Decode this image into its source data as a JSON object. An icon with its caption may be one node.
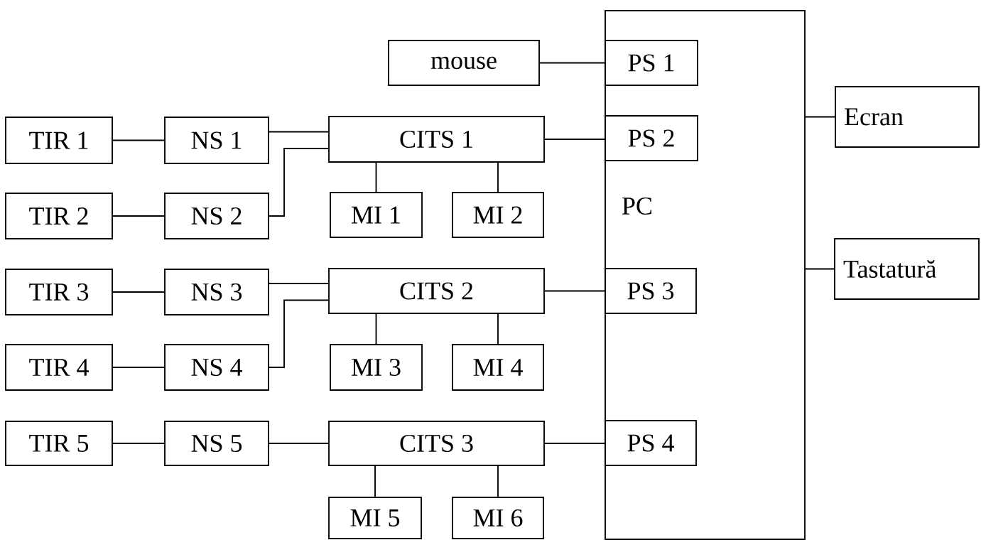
{
  "diagram": {
    "nodes": [
      {
        "text": [
          "mouse"
        ]
      },
      {
        "text": [
          "PC"
        ]
      },
      {
        "text": [
          "PS 1"
        ],
        "in": 1
      },
      {
        "text": [
          "PS 2"
        ],
        "in": 1
      },
      {
        "text": [
          "PS 3"
        ],
        "in": 1
      },
      {
        "text": [
          "PS 4"
        ],
        "in": 1
      },
      {
        "text": [
          "Ecran"
        ]
      },
      {
        "text": [
          "Tastatură"
        ]
      },
      {
        "text": [
          "TIR 1"
        ]
      },
      {
        "text": [
          "NS 1"
        ]
      },
      {
        "text": [
          "CITS 1"
        ]
      },
      {
        "text": [
          "TIR 2"
        ]
      },
      {
        "text": [
          "NS 2"
        ]
      },
      {
        "text": [
          "MI 1"
        ]
      },
      {
        "text": [
          "MI 2"
        ]
      },
      {
        "text": [
          "TIR 3"
        ]
      },
      {
        "text": [
          "NS 3"
        ]
      },
      {
        "text": [
          "CITS 2"
        ]
      },
      {
        "text": [
          "TIR 4"
        ]
      },
      {
        "text": [
          "NS 4"
        ]
      },
      {
        "text": [
          "MI 3"
        ]
      },
      {
        "text": [
          "MI 4"
        ]
      },
      {
        "text": [
          "TIR 5"
        ]
      },
      {
        "text": [
          "NS 5"
        ]
      },
      {
        "text": [
          "CITS 3"
        ]
      },
      {
        "text": [
          "MI 5"
        ]
      },
      {
        "text": [
          "MI 6"
        ]
      }
    ],
    "edges": [
      {
        "from": 0,
        "to": 2,
        "arrow": "none"
      },
      {
        "from": 10,
        "to": 3,
        "arrow": "none"
      },
      {
        "from": 17,
        "to": 4,
        "arrow": "none"
      },
      {
        "from": 24,
        "to": 5,
        "arrow": "none"
      },
      {
        "from": 1,
        "to": 6,
        "arrow": "none"
      },
      {
        "from": 1,
        "to": 7,
        "arrow": "none"
      },
      {
        "from": 8,
        "to": 9,
        "arrow": "none"
      },
      {
        "from": 9,
        "to": 10,
        "arrow": "none"
      },
      {
        "from": 12,
        "to": 10,
        "arrow": "none"
      },
      {
        "from": 10,
        "to": 13,
        "arrow": "none"
      },
      {
        "from": 10,
        "to": 14,
        "arrow": "none"
      },
      {
        "from": 11,
        "to": 12,
        "arrow": "none"
      },
      {
        "from": 15,
        "to": 16,
        "arrow": "none"
      },
      {
        "from": 16,
        "to": 17,
        "arrow": "none"
      },
      {
        "from": 19,
        "to": 17,
        "arrow": "none"
      },
      {
        "from": 17,
        "to": 20,
        "arrow": "none"
      },
      {
        "from": 17,
        "to": 21,
        "arrow": "none"
      },
      {
        "from": 18,
        "to": 19,
        "arrow": "none"
      },
      {
        "from": 22,
        "to": 23,
        "arrow": "none"
      },
      {
        "from": 23,
        "to": 24,
        "arrow": "none"
      },
      {
        "from": 24,
        "to": 25,
        "arrow": "none"
      },
      {
        "from": 24,
        "to": 26,
        "arrow": "none"
      }
    ]
  }
}
